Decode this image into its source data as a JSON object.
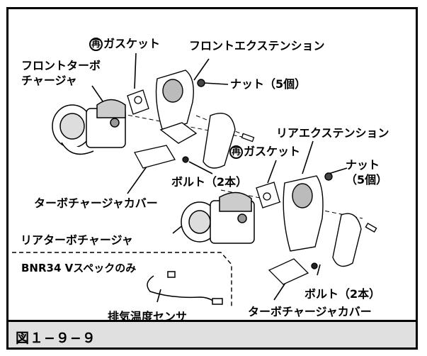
{
  "labels": {
    "gasket_front": "ガスケット",
    "front_extension": "フロントエクステンション",
    "front_turbo_line1": "フロントターボ",
    "front_turbo_line2": "チャージャ",
    "nut_front": "ナット（5個）",
    "rear_extension": "リアエクステンション",
    "gasket_rear": "ガスケット",
    "nut_rear_line1": "ナット",
    "nut_rear_line2": "（5個）",
    "bolt_upper": "ボルト（2本）",
    "turbo_cover_upper": "ターボチャージャカバー",
    "rear_turbo": "リアターボチャージャ",
    "bnr34_only": "BNR34 Vスペックのみ",
    "bolt_lower": "ボルト（2本）",
    "exhaust_sensor": "排気温度センサ",
    "turbo_cover_lower": "ターボチャージャカバー",
    "reuse_mark": "再"
  },
  "caption": "図１−９−９"
}
